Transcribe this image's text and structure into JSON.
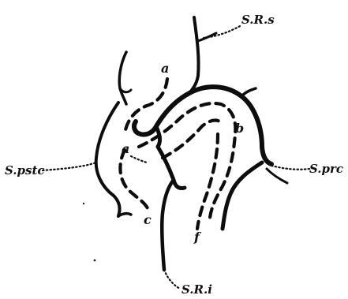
{
  "labels": {
    "srs": "S.R.s",
    "spstc": "S.pstc",
    "sprc": "S.prc",
    "sri": "S.R.i",
    "a_top": "a",
    "a_mid": "a",
    "b": "b",
    "c": "c",
    "f": "f"
  },
  "colors": {
    "ink": "#0d0d0d",
    "background": "#ffffff"
  }
}
